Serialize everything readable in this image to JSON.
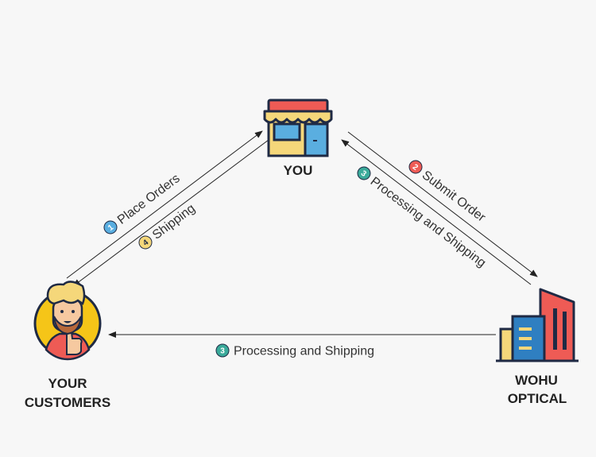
{
  "nodes": {
    "you": {
      "label": "YOU"
    },
    "customers": {
      "label_line1": "YOUR",
      "label_line2": "CUSTOMERS"
    },
    "wohu": {
      "label_line1": "WOHU",
      "label_line2": "OPTICAL"
    }
  },
  "steps": {
    "place_orders": {
      "number": "1",
      "label": "Place Orders",
      "color": "#5aaee0"
    },
    "shipping": {
      "number": "4",
      "label": "Shipping",
      "color": "#f5d77a"
    },
    "submit_order": {
      "number": "2",
      "label": "Submit Order",
      "color": "#ee5b55"
    },
    "processing_shipping_diag": {
      "number": "3",
      "label": "Processing and Shipping",
      "color": "#3aaa9a"
    },
    "processing_shipping_bottom": {
      "number": "3",
      "label": "Processing and Shipping",
      "color": "#3aaa9a"
    }
  },
  "colors": {
    "outline": "#1f2a44",
    "store_roof": "#ee5b55",
    "store_wall": "#5aaee0",
    "store_sign": "#f5d77a",
    "building_red": "#ee5b55",
    "building_blue": "#2f7fc1",
    "building_yellow": "#f5d77a",
    "avatar_bg": "#f5c518",
    "shirt": "#ee5b55"
  }
}
